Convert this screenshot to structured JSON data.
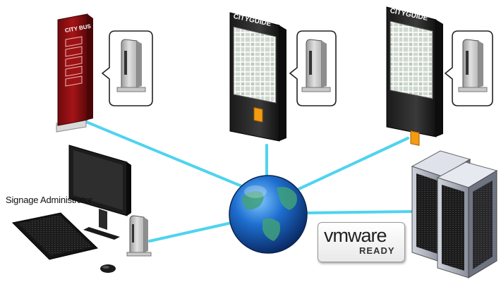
{
  "labels": {
    "admin": "Signage Administrator"
  },
  "kiosks": {
    "bus_title": "CITY BUS",
    "guide1_title": "CITYGUIDE",
    "guide2_title": "CITYGUIDE"
  },
  "vmware": {
    "brand": "vmware",
    "tagline": "READY"
  },
  "colors": {
    "link": "#4fd3ef",
    "bus_red": "#8b0f12",
    "kiosk_dark": "#2a2a2a",
    "map_accent": "#f39c12",
    "globe_blue": "#1565c0"
  },
  "icons": [
    "thin-client-icon",
    "globe-icon",
    "server-rack-icon",
    "monitor-icon",
    "keyboard-icon",
    "mouse-icon"
  ]
}
